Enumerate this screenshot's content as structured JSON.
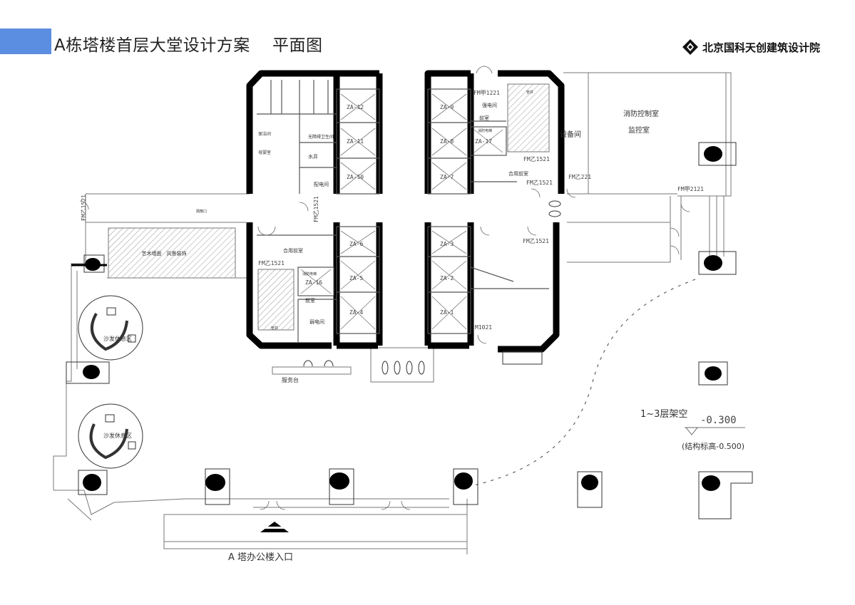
{
  "header": {
    "title": "A栋塔楼首层大堂设计方案　 平面图",
    "logo_text": "北京国科天创建筑设计院",
    "logo_icon": "diamond-arrow-icon"
  },
  "colors": {
    "accent": "#5b8de0",
    "wall": "#000000",
    "line": "#777777",
    "hatch": "#999999"
  },
  "rooms": {
    "fire_control": "消防控制室",
    "monitor": "监控室",
    "equipment": "设备间",
    "strong_power": "强电间",
    "weak_power": "弱电间",
    "water_well": "水井",
    "distribution": "配电间",
    "shared_front_room": "合用前室",
    "shared_front_room_b": "合用前室",
    "front_room_1": "前室",
    "front_room_2": "前室",
    "fire_elevator_label": "消防电梯",
    "fire_elevator_label_b": "消防电梯",
    "accessible_wc": "无障碍卫生间",
    "cleaning": "保洁间",
    "mother_baby": "母婴室",
    "shaft_a": "管井",
    "shaft_b": "管井",
    "corridor_label": "疏散口",
    "art_wall": "艺术墙面　风景装饰",
    "service_desk": "服务台",
    "lounge_1": "沙发休息区",
    "lounge_2": "沙发休息区",
    "entrance": "A 塔办公楼入口"
  },
  "doors": {
    "fm1221": "FM甲1221",
    "fm1521_a": "FM乙1521",
    "fm1521_b": "FM乙1521",
    "fm1521_c": "FM乙1521",
    "fm1521_d": "FM乙1521",
    "fm1521_e": "FM乙1521",
    "fm1521_f": "FM乙1521",
    "fm0221": "FM乙221",
    "fm2121": "FM甲2121",
    "m1021": "M1021"
  },
  "elevators": {
    "left_top": [
      "ZA-12",
      "ZA-11",
      "ZA-10"
    ],
    "right_top": [
      "ZA-9",
      "ZA-8",
      "ZA-7"
    ],
    "left_bottom": [
      "ZA-6",
      "ZA-5",
      "ZA-4"
    ],
    "right_bottom": [
      "ZA-3",
      "ZA-2",
      "ZA-1"
    ],
    "fire_a": "ZA-17",
    "fire_b": "ZA-16"
  },
  "annotations": {
    "atrium": "1~3层架空",
    "level": "-0.300",
    "struct_level": "(结构标高-0.500)"
  }
}
